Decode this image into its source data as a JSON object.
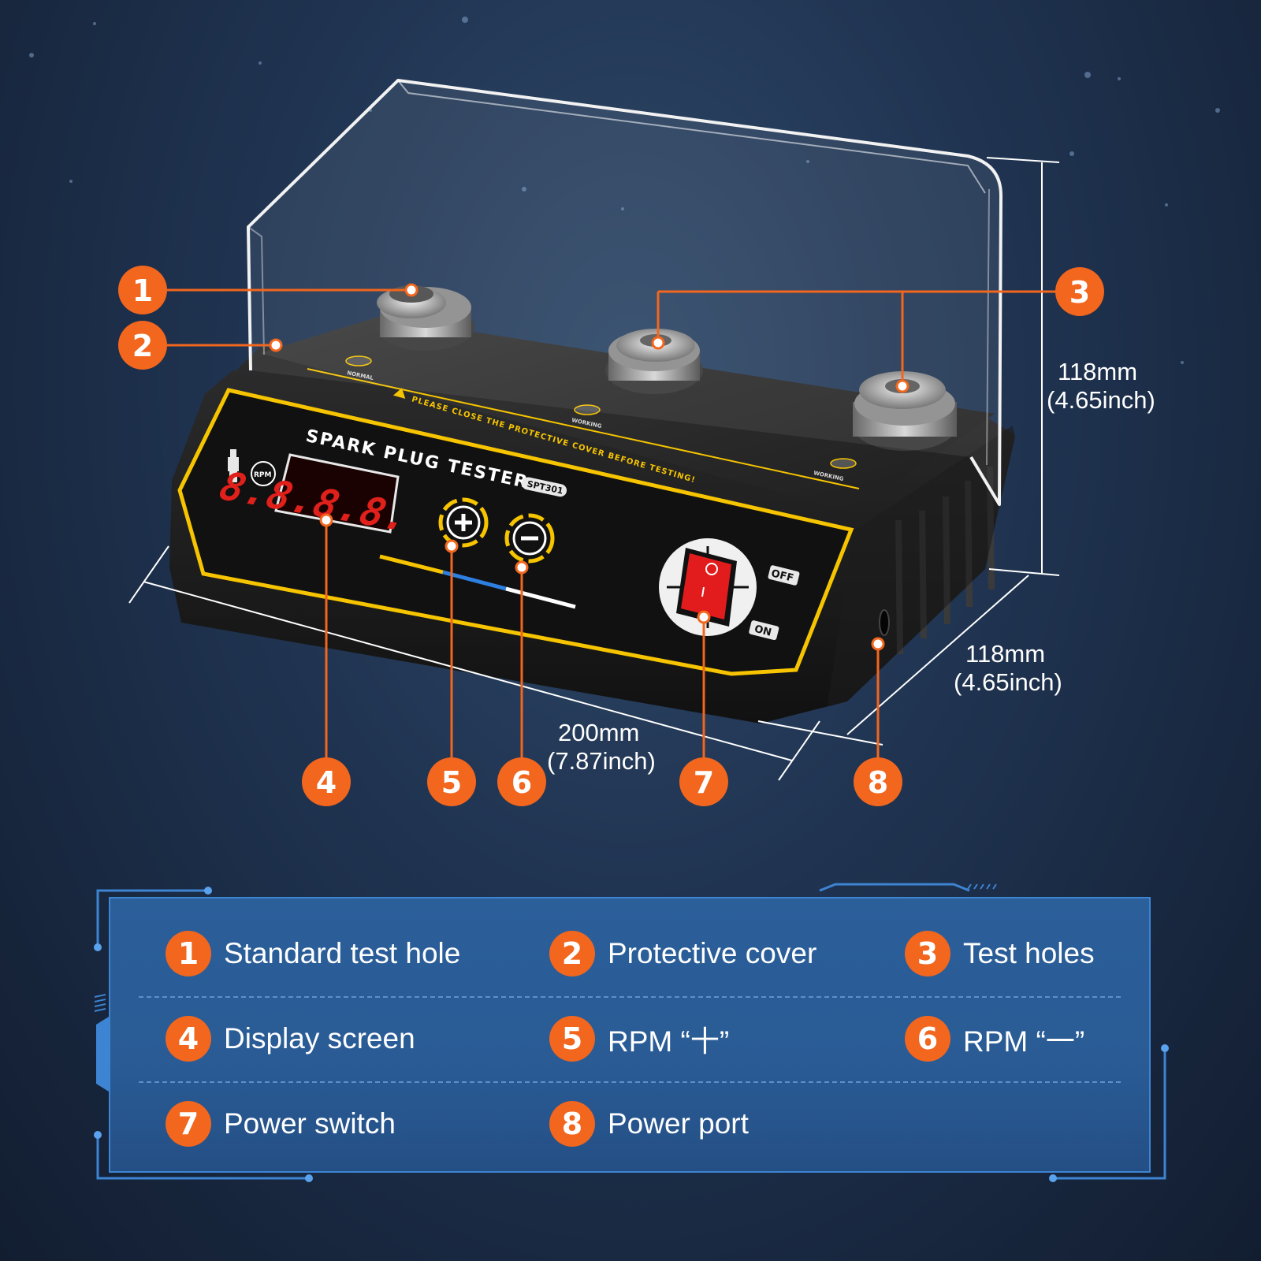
{
  "device": {
    "title": "SPARK PLUG TESTER",
    "model": "SPT301",
    "warning": "PLEASE CLOSE THE PROTECTIVE COVER BEFORE TESTING!",
    "indicator_normal": "NORMAL",
    "indicator_working_1": "WORKING",
    "indicator_working_2": "WORKING",
    "rpm_label": "RPM",
    "display_value": "8.8.8.8.",
    "switch_off": "OFF",
    "switch_on": "ON",
    "colors": {
      "accent_yellow": "#f6c400",
      "body": "#1b1b1b",
      "switch_red": "#e21c1c"
    }
  },
  "dimensions": {
    "height": {
      "mm": "118mm",
      "inch": "(4.65inch)"
    },
    "depth": {
      "mm": "118mm",
      "inch": "(4.65inch)"
    },
    "width": {
      "mm": "200mm",
      "inch": "(7.87inch)"
    }
  },
  "callouts": [
    "1",
    "2",
    "3",
    "4",
    "5",
    "6",
    "7",
    "8"
  ],
  "legend": {
    "badge_color": "#f2661e",
    "items": [
      {
        "num": "1",
        "label": "Standard test hole"
      },
      {
        "num": "2",
        "label": "Protective cover"
      },
      {
        "num": "3",
        "label": "Test holes"
      },
      {
        "num": "4",
        "label": "Display screen"
      },
      {
        "num": "5",
        "label": "RPM “十”"
      },
      {
        "num": "6",
        "label": "RPM “一”"
      },
      {
        "num": "7",
        "label": "Power switch"
      },
      {
        "num": "8",
        "label": "Power port"
      }
    ]
  }
}
